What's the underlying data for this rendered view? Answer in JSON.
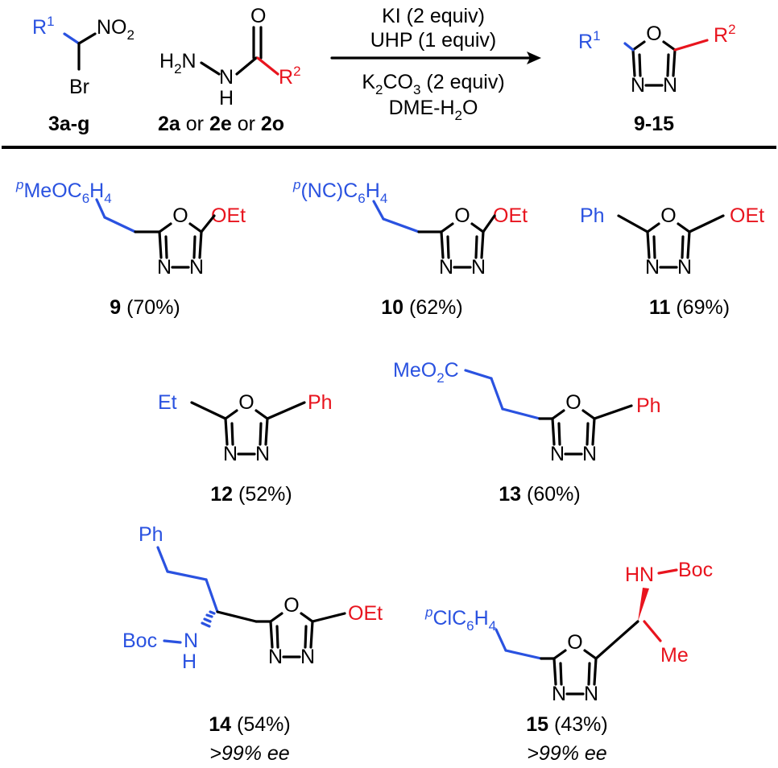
{
  "colors": {
    "r1": "#2a52e0",
    "r2": "#e8141e",
    "core": "#000000"
  },
  "reaction": {
    "reagent1": {
      "r1": "R",
      "r1_sup": "1",
      "no2": "NO",
      "no2_sub": "2",
      "br": "Br",
      "label": "3a-g"
    },
    "reagent2": {
      "h2n": "H",
      "h2n_sub": "2",
      "h2n_n": "N",
      "nh": "N",
      "h": "H",
      "o": "O",
      "r2": "R",
      "r2_sup": "2",
      "label_a": "2a",
      "or1": " or ",
      "label_e": "2e",
      "or2": " or ",
      "label_o": "2o"
    },
    "conditions": {
      "line1": "KI (2 equiv)",
      "line2": "UHP (1 equiv)",
      "line3_a": "K",
      "line3_sub1": "2",
      "line3_b": "CO",
      "line3_sub2": "3",
      "line3_c": " (2 equiv)",
      "line4_a": "DME-H",
      "line4_sub": "2",
      "line4_b": "O"
    },
    "product": {
      "r1": "R",
      "r1_sup": "1",
      "r2": "R",
      "r2_sup": "2",
      "o": "O",
      "n1": "N",
      "n2": "N",
      "label": "9-15"
    }
  },
  "ring": {
    "o": "O",
    "n": "N"
  },
  "compounds": [
    {
      "number": "9",
      "yield": " (70%)",
      "r1_a": "p",
      "r1_b": "MeOC",
      "r1_sub": "6",
      "r1_c": "H",
      "r1_sub2": "4",
      "r2": "OEt"
    },
    {
      "number": "10",
      "yield": " (62%)",
      "r1_a": "p",
      "r1_b": "(NC)C",
      "r1_sub": "6",
      "r1_c": "H",
      "r1_sub2": "4",
      "r2": "OEt"
    },
    {
      "number": "11",
      "yield": " (69%)",
      "r1": "Ph",
      "r2": "OEt"
    },
    {
      "number": "12",
      "yield": " (52%)",
      "r1": "Et",
      "r2": "Ph"
    },
    {
      "number": "13",
      "yield": " (60%)",
      "r1_a": "MeO",
      "r1_sub": "2",
      "r1_b": "C",
      "r2": "Ph"
    },
    {
      "number": "14",
      "yield": " (54%)",
      "ee": ">99% ee",
      "r1_ph": "Ph",
      "r1_boc": "Boc",
      "r1_n": "N",
      "r1_h": "H",
      "r2": "OEt"
    },
    {
      "number": "15",
      "yield": " (43%)",
      "ee": ">99% ee",
      "r1_a": "p",
      "r1_b": "ClC",
      "r1_sub": "6",
      "r1_c": "H",
      "r1_sub2": "4",
      "r2_hn": "HN",
      "r2_boc": "Boc",
      "r2_me": "Me"
    }
  ]
}
